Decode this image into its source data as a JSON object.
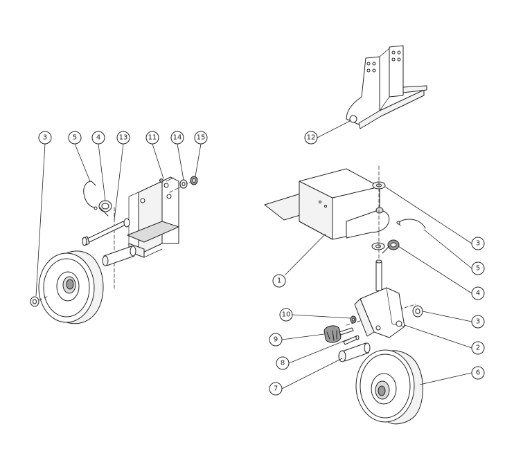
{
  "callouts": [
    {
      "id": "c-left-3",
      "label": "3"
    },
    {
      "id": "c-left-5",
      "label": "5"
    },
    {
      "id": "c-left-4",
      "label": "4"
    },
    {
      "id": "c-left-13",
      "label": "13"
    },
    {
      "id": "c-left-11",
      "label": "11"
    },
    {
      "id": "c-left-14",
      "label": "14"
    },
    {
      "id": "c-left-15",
      "label": "15"
    },
    {
      "id": "c-right-12",
      "label": "12"
    },
    {
      "id": "c-right-3a",
      "label": "3"
    },
    {
      "id": "c-right-5",
      "label": "5"
    },
    {
      "id": "c-right-1",
      "label": "1"
    },
    {
      "id": "c-right-4",
      "label": "4"
    },
    {
      "id": "c-right-10",
      "label": "10"
    },
    {
      "id": "c-right-3b",
      "label": "3"
    },
    {
      "id": "c-right-9",
      "label": "9"
    },
    {
      "id": "c-right-2",
      "label": "2"
    },
    {
      "id": "c-right-8",
      "label": "8"
    },
    {
      "id": "c-right-6",
      "label": "6"
    },
    {
      "id": "c-right-7",
      "label": "7"
    }
  ]
}
